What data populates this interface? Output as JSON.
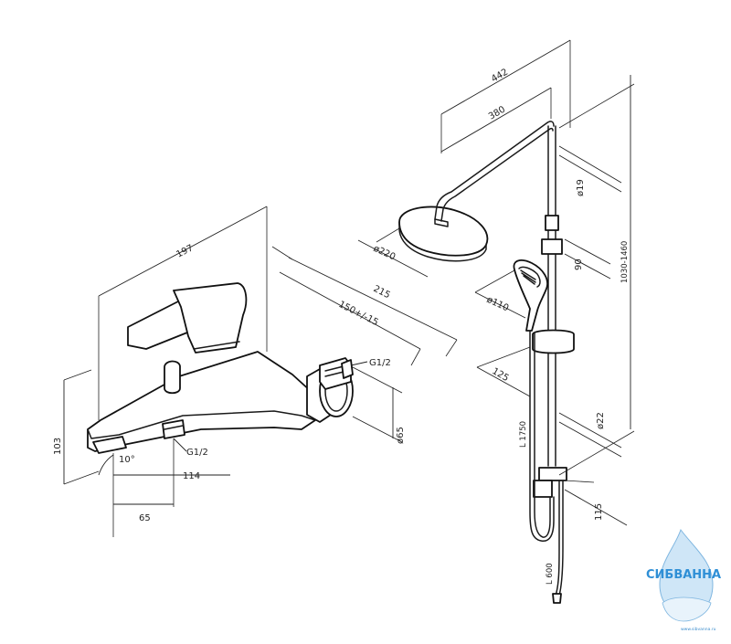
{
  "dimensions": {
    "d442": "442",
    "d380": "380",
    "d19": "ø19",
    "d220": "ø220",
    "d90": "90",
    "d1030_1460": "1030-1460",
    "d110": "ø110",
    "d125": "125",
    "d1750": "L 1750",
    "d22": "ø22",
    "d115": "115",
    "d600": "L 600",
    "d197": "197",
    "d215": "215",
    "d150_15": "150+/-15",
    "g12_top": "G1/2",
    "d65_dia": "ø65",
    "d103": "103",
    "d10deg": "10°",
    "g12_bottom": "G1/2",
    "d114": "114",
    "d65": "65"
  },
  "watermark": {
    "name": "СИБВАННА",
    "site": "www.sibvanna.ru",
    "color": "#2f8fd6"
  }
}
